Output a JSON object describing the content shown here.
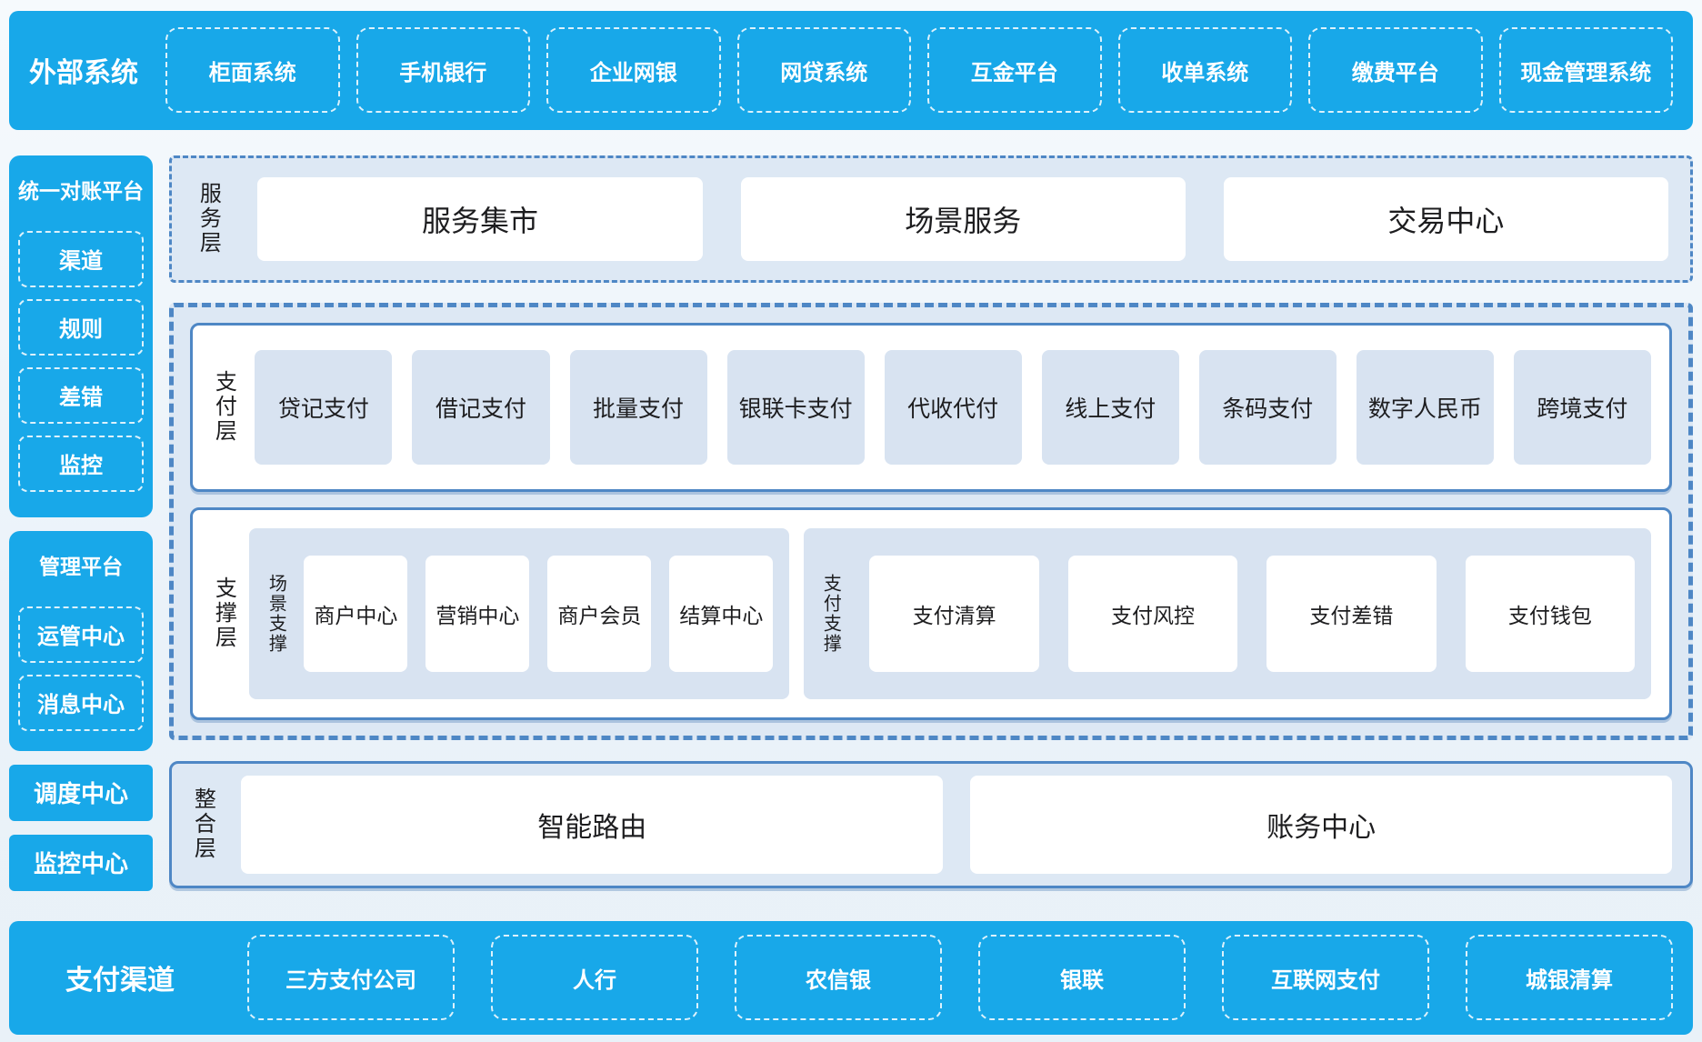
{
  "colors": {
    "brand_blue": "#18a8e9",
    "border_blue": "#4e87c5",
    "panel_light_blue": "#dde8f4",
    "box_light_blue": "#d8e3f1",
    "text_dark": "#1d1d1f",
    "text_white": "#ffffff"
  },
  "top_bar": {
    "title": "外部系统",
    "items": [
      "柜面系统",
      "手机银行",
      "企业网银",
      "网贷系统",
      "互金平台",
      "收单系统",
      "缴费平台",
      "现金管理系统"
    ]
  },
  "sidebar": {
    "recon": {
      "title": "统一对账平台",
      "items": [
        "渠道",
        "规则",
        "差错",
        "监控"
      ]
    },
    "mgmt": {
      "title": "管理平台",
      "items": [
        "运管中心",
        "消息中心"
      ]
    },
    "solid_items": [
      "调度中心",
      "监控中心"
    ]
  },
  "service_layer": {
    "label": "服务层",
    "items": [
      "服务集市",
      "场景服务",
      "交易中心"
    ]
  },
  "payment_layer": {
    "label": "支付层",
    "items": [
      "贷记支付",
      "借记支付",
      "批量支付",
      "银联卡支付",
      "代收代付",
      "线上支付",
      "条码支付",
      "数字人民币",
      "跨境支付"
    ]
  },
  "support_layer": {
    "label": "支撑层",
    "groups": [
      {
        "label": "场景支撑",
        "items": [
          "商户中心",
          "营销中心",
          "商户会员",
          "结算中心"
        ]
      },
      {
        "label": "支付支撑",
        "items": [
          "支付清算",
          "支付风控",
          "支付差错",
          "支付钱包"
        ]
      }
    ]
  },
  "integration_layer": {
    "label": "整合层",
    "items": [
      "智能路由",
      "账务中心"
    ]
  },
  "bottom_bar": {
    "title": "支付渠道",
    "items": [
      "三方支付公司",
      "人行",
      "农信银",
      "银联",
      "互联网支付",
      "城银清算"
    ]
  }
}
